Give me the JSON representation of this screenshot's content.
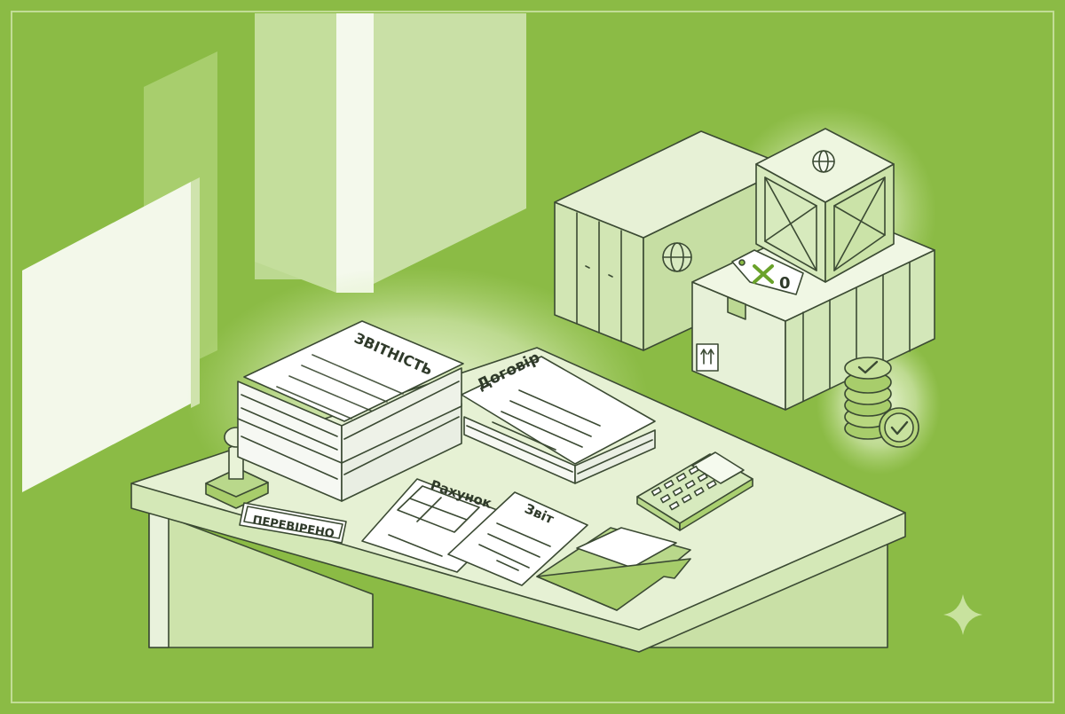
{
  "documents": {
    "report_stack_label": "ЗВІТНІСТЬ",
    "contract_stack_label": "Договір",
    "invoice_label": "Рахунок",
    "report_sheet_label": "Звіт"
  },
  "stamp": {
    "imprint_label": "ПЕРЕВІРЕНО"
  },
  "price_tag": {
    "value": "0"
  },
  "colors": {
    "background": "#8bbb45",
    "light_panel": "#c9dfa4",
    "desk_top": "#e4efd2",
    "outline": "#3b4a33",
    "paper": "#ffffff"
  },
  "icons": {
    "globe": "globe-icon",
    "check": "check-icon",
    "this_side_up": "this-side-up-icon",
    "sparkle": "sparkle-icon"
  }
}
